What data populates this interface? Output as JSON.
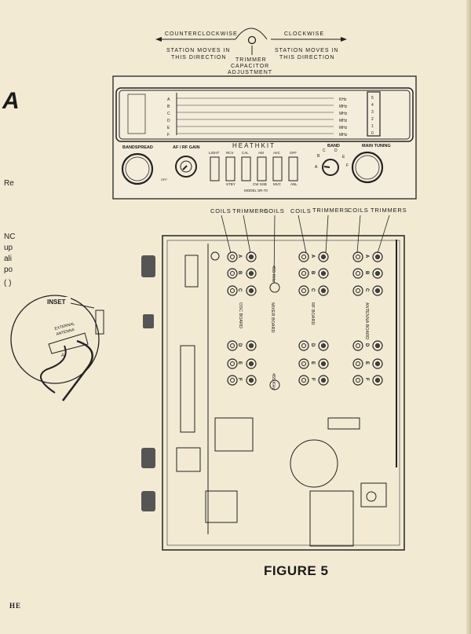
{
  "page_fragments": {
    "heading_initial": "A",
    "line1": "Re",
    "line2": "NC",
    "line3": "up",
    "line4": "ali",
    "line5": "po",
    "line6": "( )"
  },
  "adjustment": {
    "ccw": "COUNTERCLOCKWISE",
    "cw": "CLOCKWISE",
    "left_note_1": "STATION MOVES IN",
    "left_note_2": "THIS DIRECTION",
    "right_note_1": "STATION MOVES IN",
    "right_note_2": "THIS DIRECTION",
    "trimmer_1": "TRIMMER",
    "trimmer_2": "CAPACITOR",
    "trimmer_3": "ADJUSTMENT"
  },
  "front_panel": {
    "brand": "HEATHKIT",
    "model": "MODEL SR-70",
    "bandspread": "BANDSPREAD",
    "af_rf_gain": "AF / RF GAIN",
    "off": "OFF",
    "band": "BAND",
    "main_tuning": "MAIN TUNING",
    "dial_rows": [
      "A",
      "B",
      "C",
      "D",
      "E",
      "F"
    ],
    "dial_units": [
      "KHz",
      "MHz",
      "MHz",
      "MHz",
      "MHz",
      "MHz"
    ],
    "meter_marks": [
      "5",
      "4",
      "3",
      "2",
      "1",
      "0"
    ],
    "band_positions": [
      "A",
      "B",
      "C",
      "D",
      "E",
      "F"
    ],
    "switches_top": [
      "LIGHT",
      "RCV",
      "CAL",
      "AM",
      "AVC",
      "OFF"
    ],
    "switches_bottom": [
      "STBY",
      "",
      "",
      "CW  SSB",
      "MVC",
      "ANL"
    ]
  },
  "callouts": [
    "COILS",
    "TRIMMERS",
    "COILS",
    "COILS",
    "TRIMMERS",
    "COILS",
    "TRIMMERS"
  ],
  "boards": {
    "osc": "OSC  BOARD",
    "mixer": "MIXER  BOARD",
    "rf": "RF  BOARD",
    "antenna": "ANTENNA  BOARD",
    "khz_top": "455 KHz",
    "khz_bottom": "455 KHz",
    "rows": [
      "A",
      "B",
      "C",
      "D",
      "E",
      "F"
    ]
  },
  "inset": {
    "title": "INSET",
    "label_1": "EXTERNAL",
    "label_2": "ANTENNA",
    "terminal": "A"
  },
  "figure_caption": "FIGURE 5",
  "footer": "HE"
}
